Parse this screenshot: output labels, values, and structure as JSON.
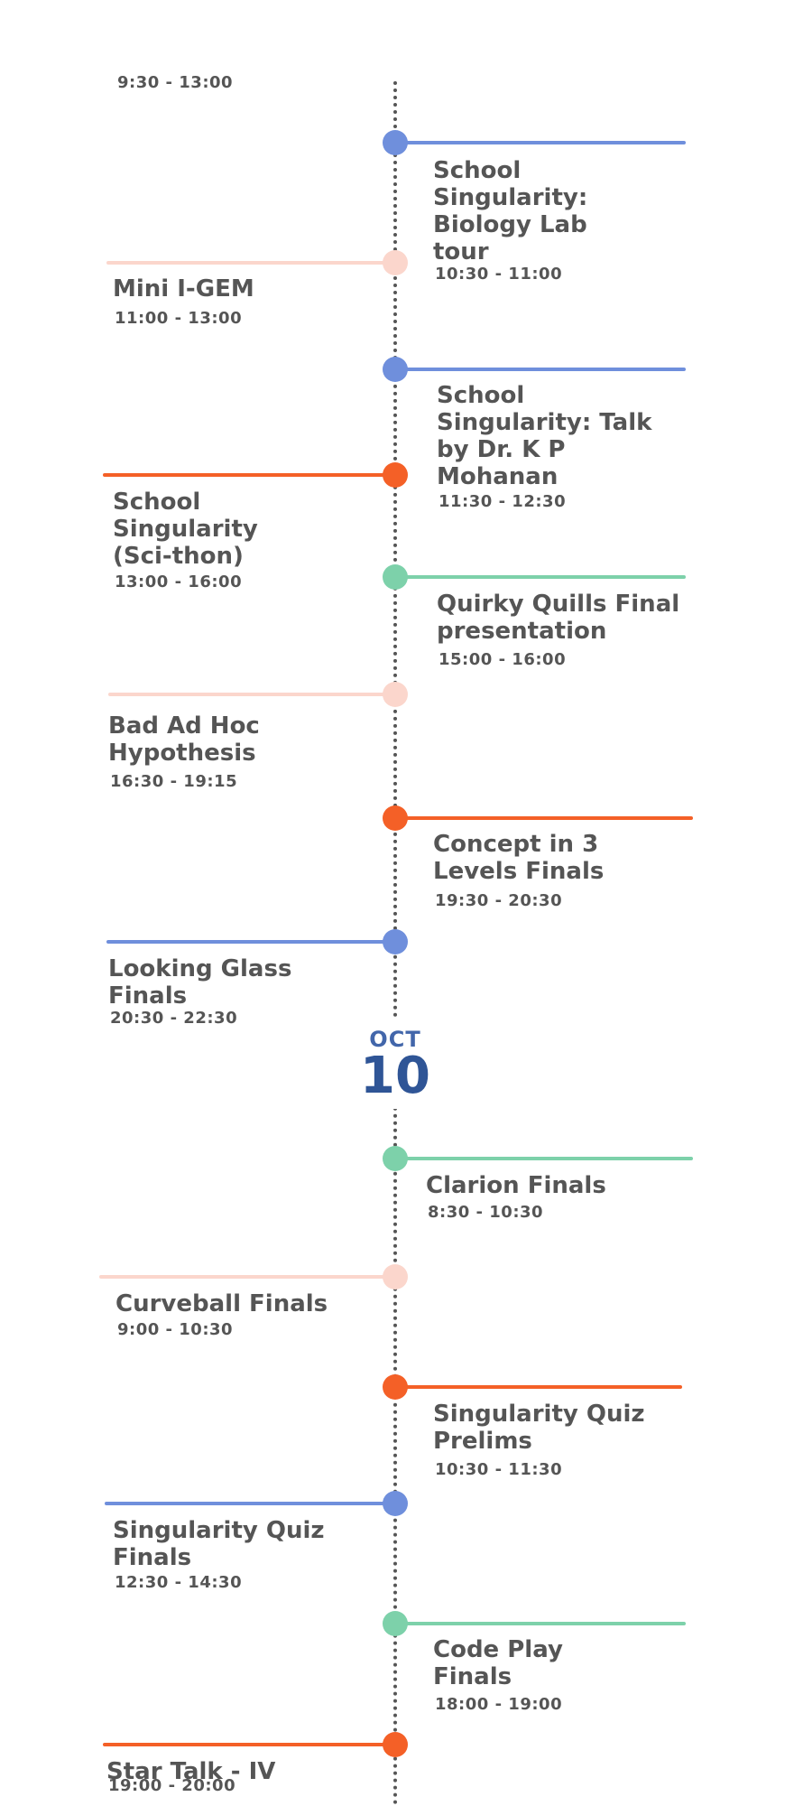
{
  "colors": {
    "blue": "#6f8fdc",
    "peach": "#fbd6cc",
    "orange": "#f46027",
    "green": "#7dd1aa",
    "text": "#555555",
    "date": "#2f5596"
  },
  "header_time": "9:30 - 13:00",
  "date_marker": {
    "month": "OCT",
    "day": "10"
  },
  "events": [
    {
      "title": "School Singularity: Biology Lab tour",
      "time": "10:30 - 11:00",
      "color": "blue"
    },
    {
      "title": "Mini I-GEM",
      "time": "11:00 - 13:00",
      "color": "peach"
    },
    {
      "title": "School Singularity: Talk by Dr. K P Mohanan",
      "time": "11:30 - 12:30",
      "color": "blue"
    },
    {
      "title": "School Singularity (Sci-thon)",
      "time": "13:00 - 16:00",
      "color": "orange"
    },
    {
      "title": "Quirky Quills Final presentation",
      "time": "15:00 - 16:00",
      "color": "green"
    },
    {
      "title": "Bad Ad Hoc Hypothesis",
      "time": "16:30 - 19:15",
      "color": "peach"
    },
    {
      "title": "Concept in 3 Levels Finals",
      "time": "19:30 - 20:30",
      "color": "orange"
    },
    {
      "title": "Looking Glass Finals",
      "time": "20:30 - 22:30",
      "color": "blue"
    },
    {
      "title": "Clarion Finals",
      "time": "8:30 - 10:30",
      "color": "green"
    },
    {
      "title": "Curveball Finals",
      "time": "9:00 - 10:30",
      "color": "peach"
    },
    {
      "title": "Singularity Quiz Prelims",
      "time": "10:30 - 11:30",
      "color": "orange"
    },
    {
      "title": "Singularity Quiz Finals",
      "time": "12:30 - 14:30",
      "color": "blue"
    },
    {
      "title": "Code Play Finals",
      "time": "18:00 - 19:00",
      "color": "green"
    },
    {
      "title": "Star Talk - IV",
      "time": "19:00 - 20:00",
      "color": "orange"
    }
  ]
}
